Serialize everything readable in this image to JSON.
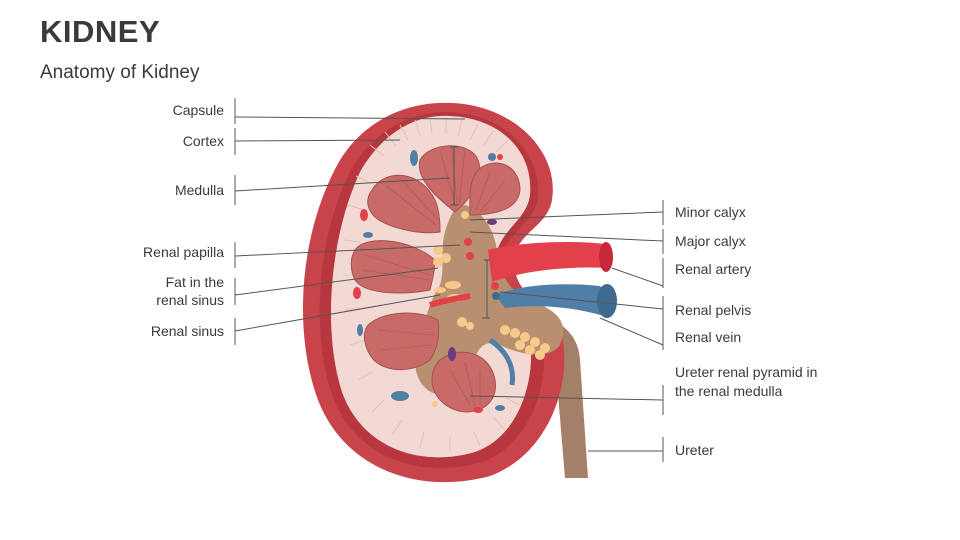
{
  "header": {
    "title": "KIDNEY",
    "subtitle": "Anatomy of Kidney"
  },
  "labels_left": {
    "capsule": "Capsule",
    "cortex": "Cortex",
    "medulla": "Medulla",
    "renal_papilla": "Renal papilla",
    "fat_line1": "Fat in the",
    "fat_line2": "renal sinus",
    "renal_sinus": "Renal sinus"
  },
  "labels_right": {
    "minor_calyx": "Minor calyx",
    "major_calyx": "Major calyx",
    "renal_artery": "Renal artery",
    "renal_pelvis": "Renal pelvis",
    "renal_vein": "Renal vein",
    "ureter_pyramid_line1": "Ureter renal pyramid in",
    "ureter_pyramid_line2": "the renal medulla",
    "ureter": "Ureter"
  },
  "colors": {
    "capsule": "#c9434a",
    "cortex": "#f2d9d4",
    "pyramid": "#c76a68",
    "sinus": "#b89070",
    "artery": "#e2404a",
    "vein": "#4f7fa6",
    "fat": "#f7c98a",
    "ureter": "#a58068"
  }
}
